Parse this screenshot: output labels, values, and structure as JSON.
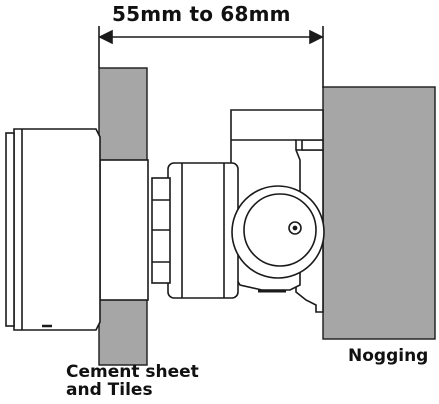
{
  "labels": {
    "dimension": "55mm to 68mm",
    "nogging": "Nogging",
    "cement_line1": "Cement sheet",
    "cement_line2": "and Tiles"
  },
  "colors": {
    "wall": "#a6a6a6",
    "outline": "#1a1a1a",
    "fill": "#ffffff"
  }
}
